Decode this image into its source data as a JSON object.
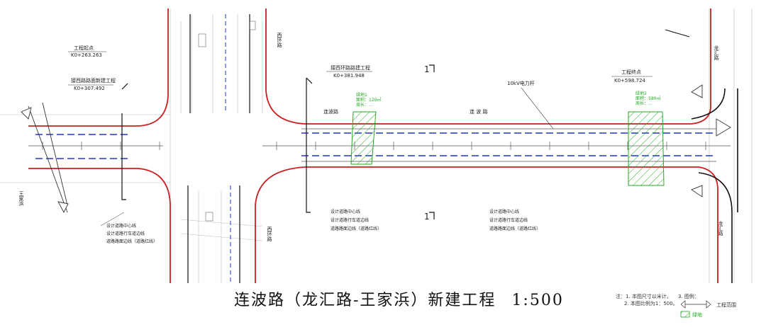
{
  "title": "连波路（龙汇路-王家浜）新建工程",
  "scale": "1:500",
  "labels": {
    "start_project": "工程起点",
    "start_station": "K0+263.263",
    "join_project_left": "接西路路面新建工程",
    "join_station_left": "K0+307.492",
    "join_project_mid": "接西环路路建工程",
    "join_station_mid": "K0+381.948",
    "end_project": "工程终点",
    "end_station": "K0+598.724",
    "power_pole": "10kV电力杆",
    "road_lianbo": "连波路",
    "road_lianbo_mid": "连 波 路",
    "road_xihuan_top": "西环路",
    "road_xihuan_bottom": "西环路",
    "road_longhui_top": "龙汇路",
    "road_longhui_bottom": "龙汇路",
    "wangjiabang": "王家浜",
    "section_mark": "1",
    "green_box_1": "绿地1\n面积：120㎡\n周长：…",
    "green_box_2": "绿地2\n面积：580㎡\n周长：…",
    "legend_centerline": "设计道路中心线",
    "legend_lane": "设计道路行车道边线",
    "legend_red": "道路路面边线（道路红线）"
  },
  "notes": {
    "prefix": "注：",
    "n1": "1. 本图尺寸以米计。",
    "n2": "2. 本图比例为1：500。",
    "n3": "3. 图例："
  },
  "legend": {
    "boundary": "工程范围",
    "green": "绿地"
  },
  "colors": {
    "red_line": "#cc1f1f",
    "blue_line": "#2233cc",
    "green_hatch": "#22aa22",
    "black_line": "#111111"
  }
}
